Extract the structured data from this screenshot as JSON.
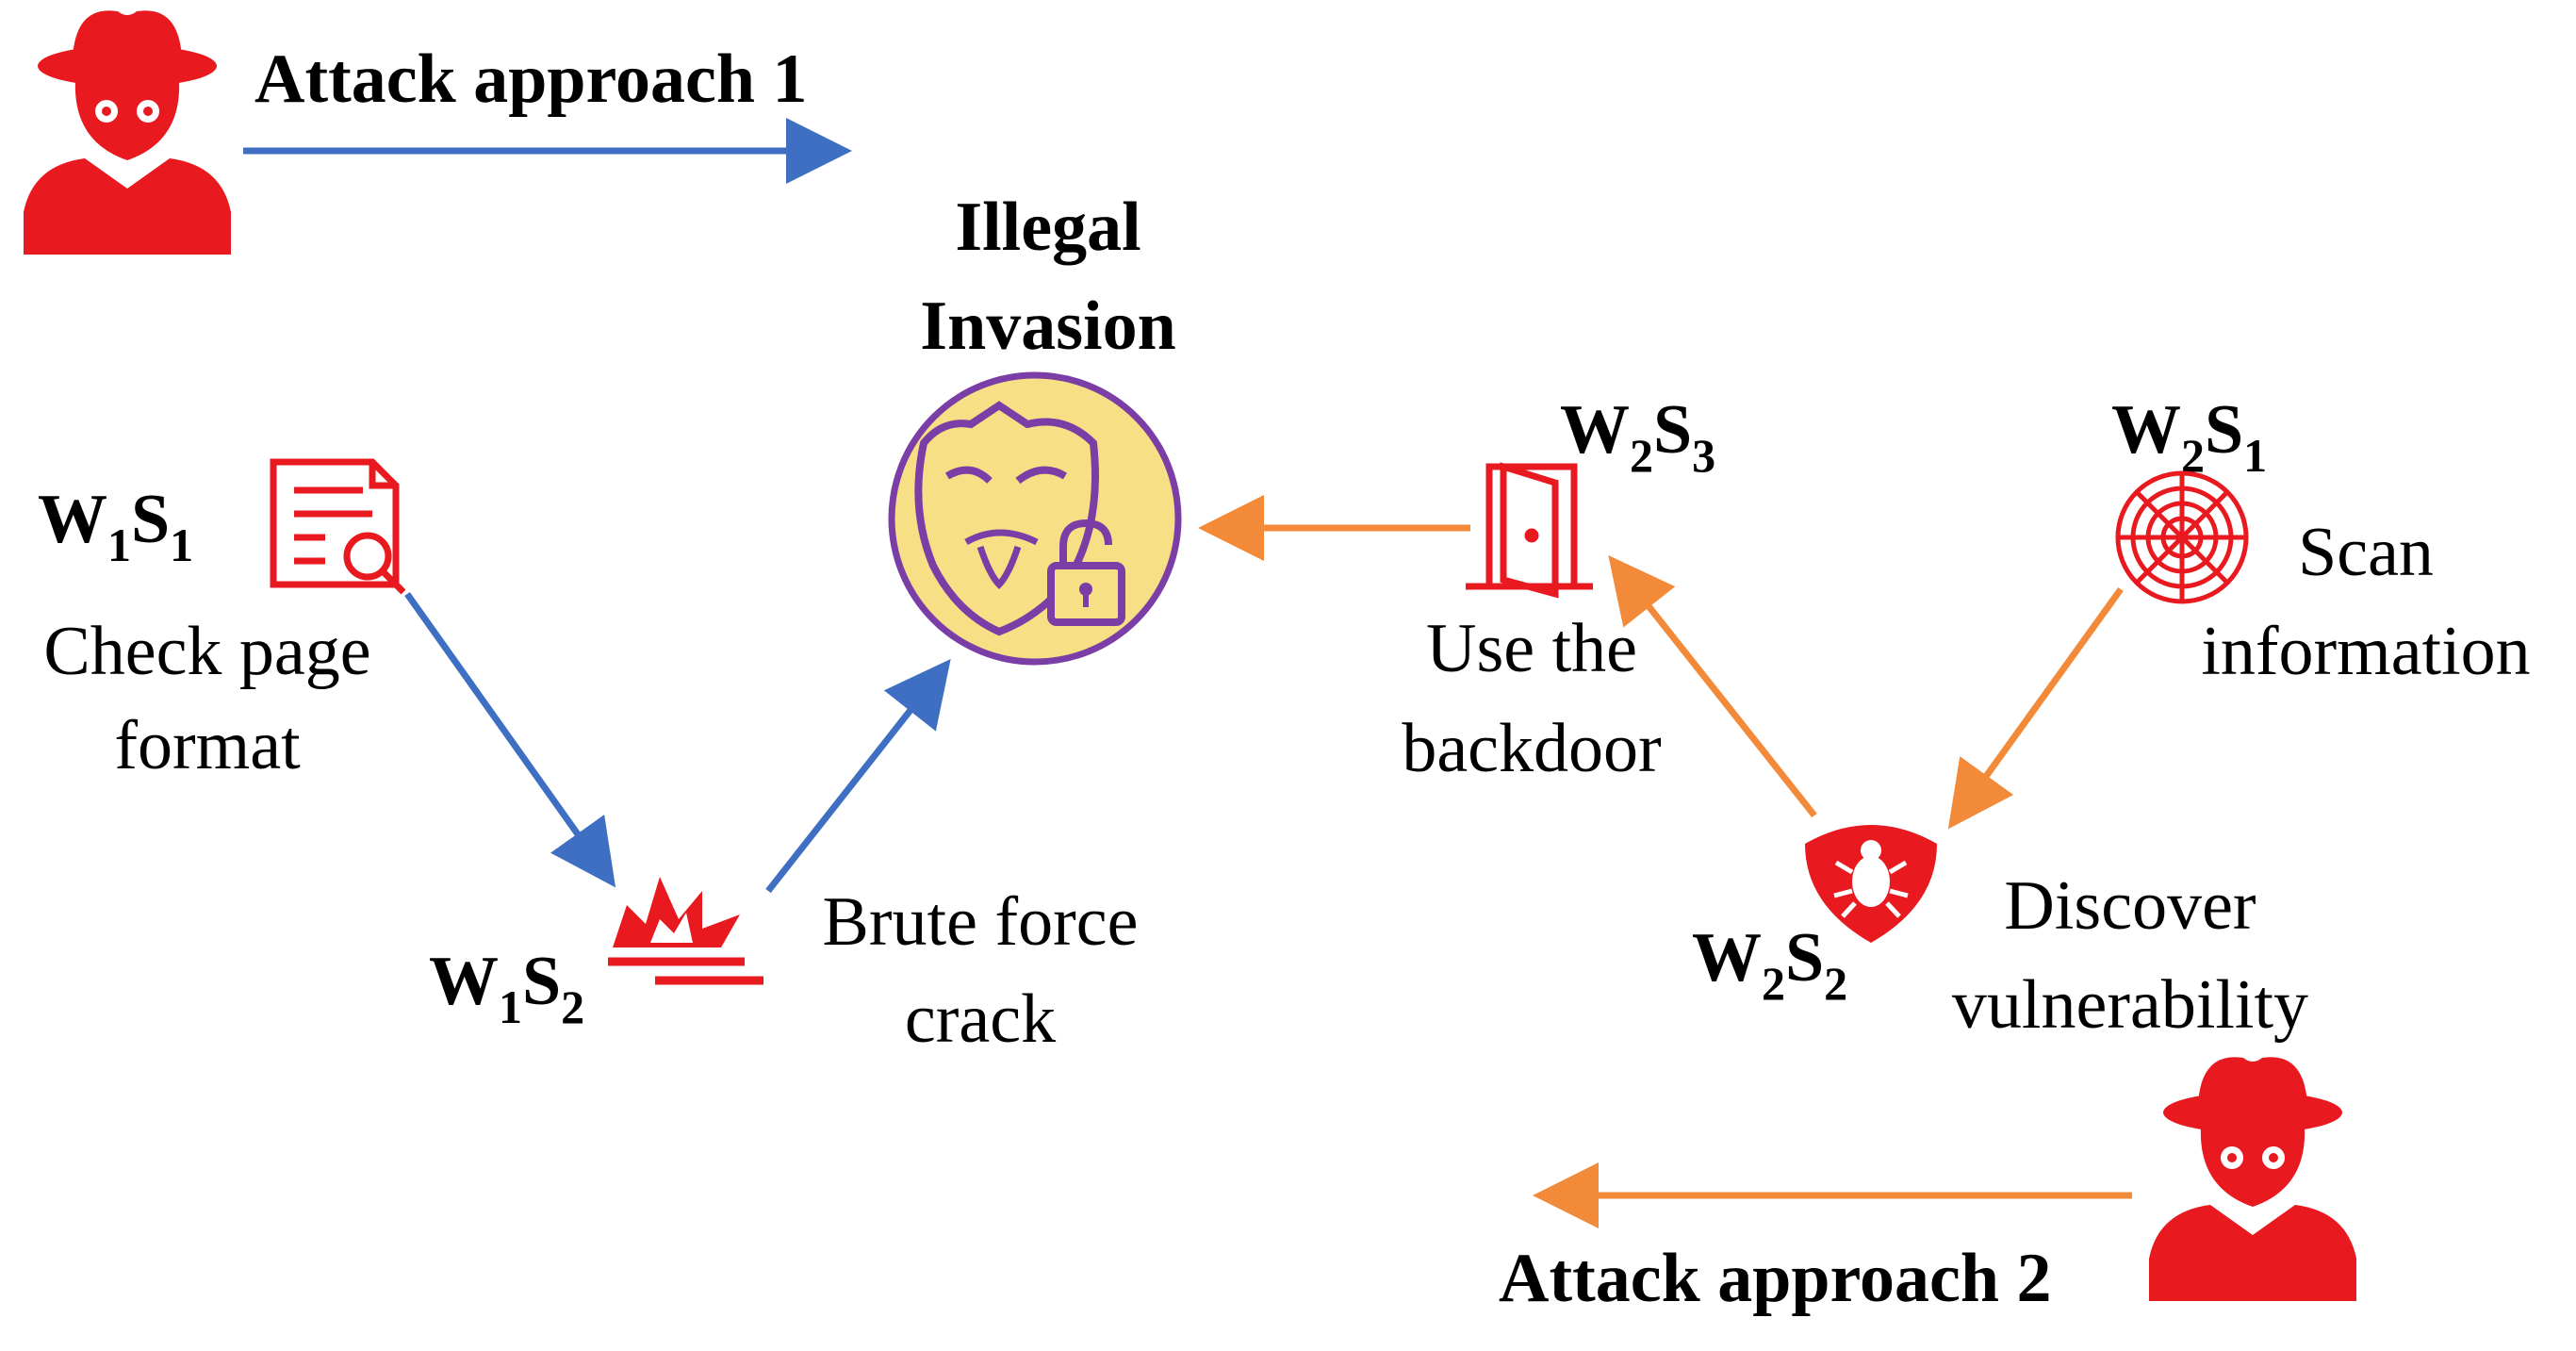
{
  "colors": {
    "approach1": "#3f6fc2",
    "approach2": "#f28a3a",
    "attacker": "#e8191f",
    "target_fill": "#f6df85",
    "target_stroke": "#7a3ea6"
  },
  "legend": {
    "approach1": "Attack approach 1",
    "approach2": "Attack approach 2"
  },
  "target": {
    "line1": "Illegal",
    "line2": "Invasion",
    "icon": "anonymous-mask-unlocked-icon"
  },
  "steps": {
    "w1s1": {
      "base": "W",
      "w_sub": "1",
      "s": "S",
      "s_sub": "1",
      "label1": "Check page",
      "label2": "format",
      "icon": "document-search-icon"
    },
    "w1s2": {
      "base": "W",
      "w_sub": "1",
      "s": "S",
      "s_sub": "2",
      "label1": "Brute force",
      "label2": "crack",
      "icon": "explosion-icon"
    },
    "w2s1": {
      "base": "W",
      "w_sub": "2",
      "s": "S",
      "s_sub": "1",
      "label1": "Scan",
      "label2": "information",
      "icon": "radar-scan-icon"
    },
    "w2s2": {
      "base": "W",
      "w_sub": "2",
      "s": "S",
      "s_sub": "2",
      "label1": "Discover",
      "label2": "vulnerability",
      "icon": "bug-shield-icon"
    },
    "w2s3": {
      "base": "W",
      "w_sub": "2",
      "s": "S",
      "s_sub": "3",
      "label1": "Use the",
      "label2": "backdoor",
      "icon": "open-door-icon"
    }
  }
}
